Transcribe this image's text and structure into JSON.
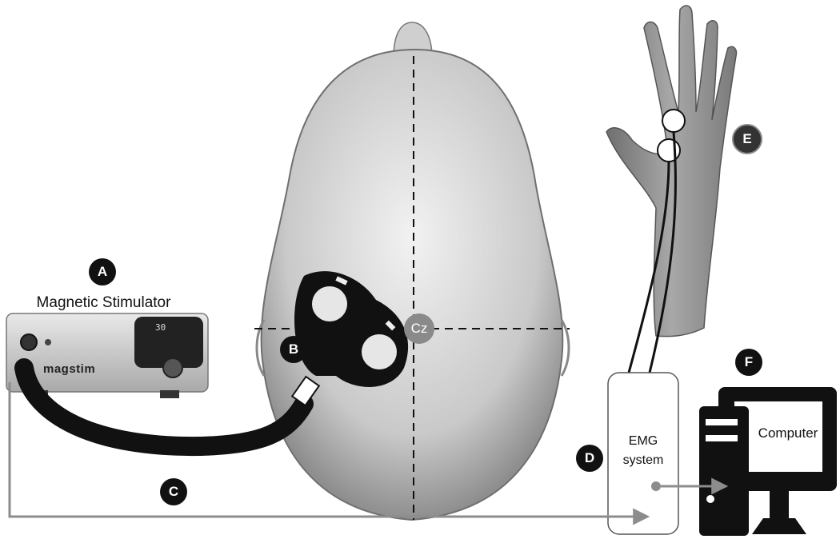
{
  "labels": {
    "stimulator_title": "Magnetic Stimulator",
    "brand": "magstim",
    "display_value": "30",
    "cz": "Cz",
    "emg_line1": "EMG",
    "emg_line2": "system",
    "computer": "Computer"
  },
  "badges": {
    "a": "A",
    "b": "B",
    "c": "C",
    "d": "D",
    "e": "E",
    "f": "F"
  },
  "colors": {
    "cable": "#111111",
    "signal_line": "#8c8c8c",
    "skull": "#bdbdbd",
    "hand": "#8f8f8f",
    "device": "#d4d4d4"
  }
}
